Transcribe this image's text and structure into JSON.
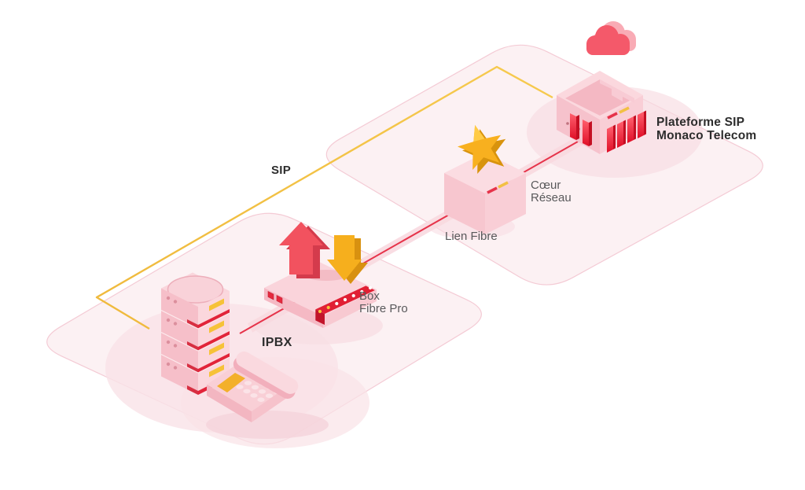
{
  "diagram": {
    "type": "isometric-network",
    "title": "",
    "nodes": [
      {
        "id": "ipbx",
        "label": "IPBX",
        "icons": [
          "server-rack-icon",
          "desk-phone-icon"
        ]
      },
      {
        "id": "box-fibre-pro",
        "label": "Box",
        "label2": "Fibre Pro",
        "icons": [
          "router-icon",
          "upload-arrow-icon",
          "download-arrow-icon"
        ]
      },
      {
        "id": "coeur-reseau",
        "label": "Cœur",
        "label2": "Réseau",
        "icons": [
          "cube-icon",
          "star-icon"
        ]
      },
      {
        "id": "plateforme-sip",
        "label": "Plateforme SIP",
        "label2": "Monaco Telecom",
        "icons": [
          "building-icon",
          "cloud-icon"
        ]
      }
    ],
    "links": [
      {
        "id": "sip",
        "label": "SIP",
        "color": "#F2C043",
        "style": "detour-around-platforms"
      },
      {
        "id": "lien-fibre",
        "label": "Lien Fibre",
        "color": "#E6334A",
        "style": "direct"
      }
    ],
    "colors": {
      "background": "#FFFFFF",
      "platform_fill": "#FCF1F3",
      "platform_stroke": "#F4CBD5",
      "pink_light": "#FBD9DF",
      "pink_mid": "#F7C3CC",
      "pink_dark": "#F3B6C1",
      "accent_red": "#E6334A",
      "strong_red": "#F2525F",
      "crimson": "#E11F34",
      "gold": "#F5AE1B",
      "yellow_line": "#F2C043",
      "text_dark": "#2D2D2D",
      "text_gray": "#59595B"
    }
  }
}
